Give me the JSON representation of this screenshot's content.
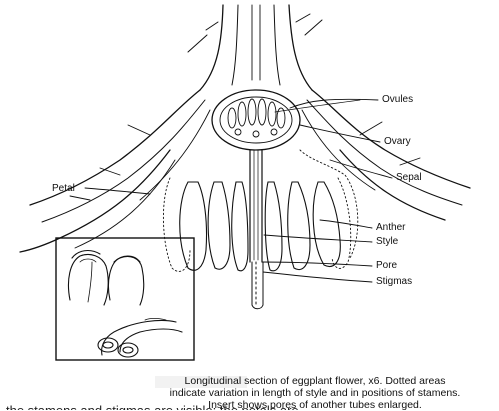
{
  "labels": {
    "ovules": "Ovules",
    "ovary": "Ovary",
    "sepal": "Sepal",
    "petal": "Petal",
    "anther": "Anther",
    "style": "Style",
    "pore": "Pore",
    "stigmas": "Stigmas"
  },
  "caption": {
    "line1": "Longitudinal section of eggplant flower, x6. Dotted areas",
    "line2": "indicate variation in length of style and in positions of stamens.",
    "line3": "Insert shows pores of another tubes enlarged."
  },
  "cutoff_text": "the stamens and stigmas are visible; the petals are"
}
